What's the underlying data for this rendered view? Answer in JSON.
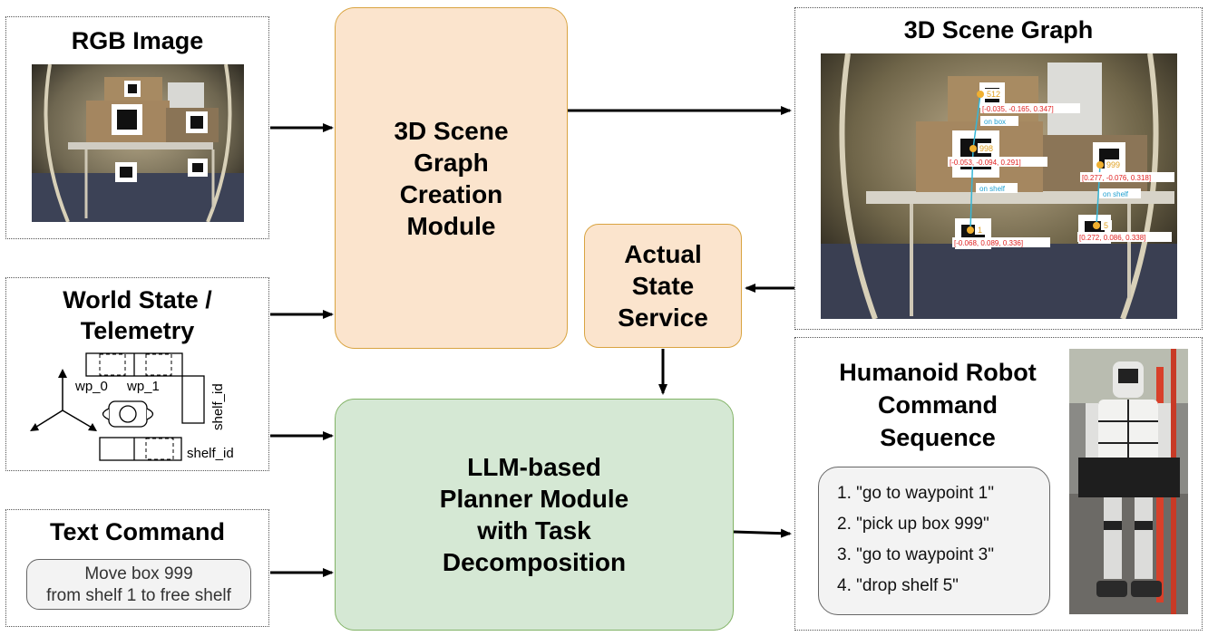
{
  "rgb_image": {
    "title": "RGB Image"
  },
  "world_state": {
    "title_line1": "World State /",
    "title_line2": "Telemetry",
    "labels": {
      "wp0": "wp_0",
      "wp1": "wp_1",
      "shelf_vertical": "shelf_id",
      "shelf_bottom": "shelf_id"
    }
  },
  "text_command": {
    "title": "Text Command",
    "line1": "Move box 999",
    "line2": "from shelf 1 to free shelf"
  },
  "scene_graph_module": {
    "lines": [
      "3D Scene",
      "Graph",
      "Creation",
      "Module"
    ]
  },
  "planner_module": {
    "lines": [
      "LLM-based",
      "Planner Module",
      "with Task",
      "Decomposition"
    ]
  },
  "actual_state_service": {
    "lines": [
      "Actual",
      "State",
      "Service"
    ]
  },
  "scene_graph": {
    "title": "3D Scene Graph",
    "nodes": [
      {
        "id": "5_12",
        "label": "512",
        "coords": "[-0.035, -0.165, 0.347]"
      },
      {
        "id": "998",
        "label": "998",
        "coords": "[-0.053, -0.094, 0.291]"
      },
      {
        "id": "999",
        "label": "999",
        "coords": "[0.277, -0.076, 0.318]"
      },
      {
        "id": "1",
        "label": "1",
        "coords": "[-0.068, 0.089, 0.336]"
      },
      {
        "id": "5",
        "label": "5",
        "coords": "[0.272, 0.086, 0.338]"
      }
    ],
    "edges": [
      "on box",
      "on shelf",
      "on shelf"
    ]
  },
  "robot": {
    "title_lines": [
      "Humanoid Robot",
      "Command",
      "Sequence"
    ],
    "commands": [
      "1. \"go to waypoint 1\"",
      "2. \"pick up box 999\"",
      "3. \"go to waypoint 3\"",
      "4. \"drop shelf 5\""
    ]
  }
}
